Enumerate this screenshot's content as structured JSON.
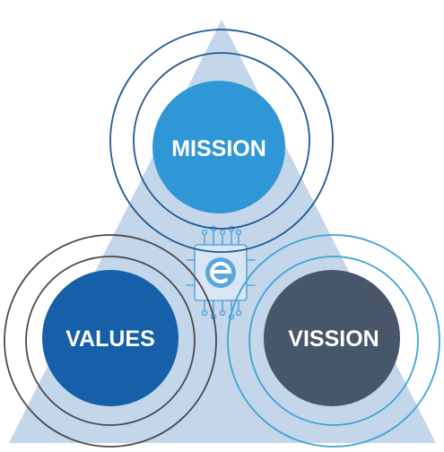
{
  "nodes": {
    "mission": {
      "label": "MISSION",
      "fill": "#2f97d5",
      "ring_color": "#1f5a94"
    },
    "values": {
      "label": "VALUES",
      "fill": "#1560a8",
      "ring_color": "#4a4a4a"
    },
    "vission": {
      "label": "VISSION",
      "fill": "#475769",
      "ring_color": "#3fa3d6"
    }
  },
  "triangle_color": "#c4d6ea",
  "logo": {
    "icon": "circuit-e-logo-icon",
    "color": "#5aa7de"
  }
}
